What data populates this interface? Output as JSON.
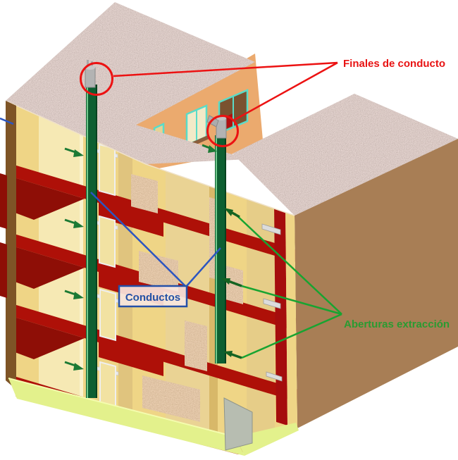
{
  "diagram": {
    "description": "Axonometric cutaway of a residential building showing the ventilation extraction duct system",
    "background": "#FFFFFF",
    "labels": {
      "duct_tops": {
        "text": "Finales de conducto",
        "color": "#E81313"
      },
      "ducts": {
        "text": "Conductos",
        "color": "#2451A5",
        "box_fill": "#F7E6DE",
        "box_border": "#2450A8"
      },
      "extraction_openings": {
        "text": "Aberturas extracción",
        "color": "#2A9B31"
      }
    },
    "annotations": {
      "red_circled_duct_caps": 2,
      "blue_leader_lines": 2,
      "green_leader_lines": 3,
      "floor_extraction_arrows": 5
    },
    "colors": {
      "roof_speckle_base": "#B2907F",
      "partition_speckle_base": "#BF8C61",
      "orange_wall": "#EBAA6E",
      "brown_wall": "#A87E55",
      "interior_wall": "#EFD586",
      "interior_wall_light": "#F6E9B4",
      "interior_wall_shade": "#D8B869",
      "floor_slab_red": "#AE1008",
      "duct_green": "#0D5F31",
      "ground_green": "#E3F18C",
      "window_frame_teal": "#5ADCC8",
      "cap_grey": "#B3B3B3",
      "side_cut_brown": "#7E5426",
      "grey_panel": "#B7BDB1",
      "annotation_red": "#EC1212",
      "annotation_blue": "#2C55C0",
      "annotation_green": "#18A431"
    }
  }
}
